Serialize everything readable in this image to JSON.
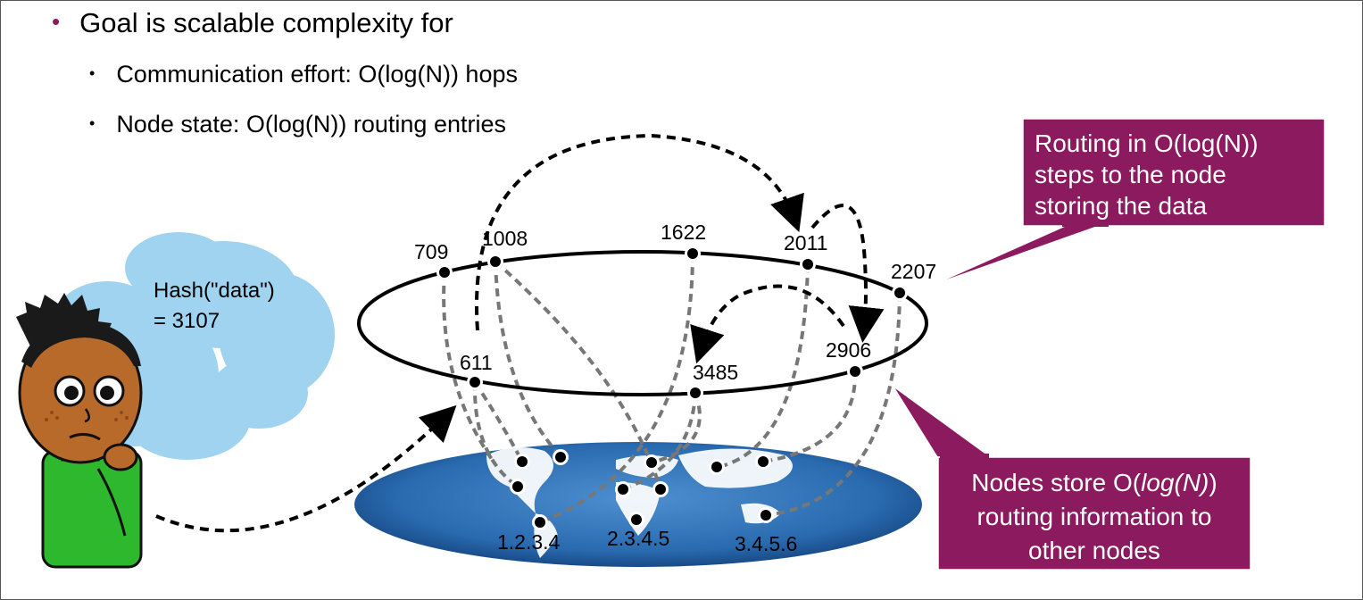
{
  "bullets": {
    "main": "Goal is scalable complexity for",
    "sub": [
      "Communication effort: O(log(N)) hops",
      "Node state: O(log(N)) routing entries"
    ]
  },
  "thought": {
    "line1": "Hash(\"data\")",
    "line2": "= 3107"
  },
  "nodes": {
    "n709": "709",
    "n1008": "1008",
    "n1622": "1622",
    "n2011": "2011",
    "n2207": "2207",
    "n611": "611",
    "n3485": "3485",
    "n2906": "2906"
  },
  "ips": {
    "ip1": "1.2.3.4",
    "ip2": "2.3.4.5",
    "ip3": "3.4.5.6"
  },
  "callout_routing": {
    "line1": "Routing in O(log(N))",
    "line2": "steps to the node",
    "line3": "storing the data"
  },
  "callout_nodes": {
    "line1_pre": "Nodes store O(",
    "line1_italic": "log(N)",
    "line1_post": ")",
    "line2": "routing information to",
    "line3": "other nodes"
  },
  "colors": {
    "callout": "#8b1a5e",
    "cloud": "#9fd3ef",
    "earth": "#2a6bb0"
  }
}
